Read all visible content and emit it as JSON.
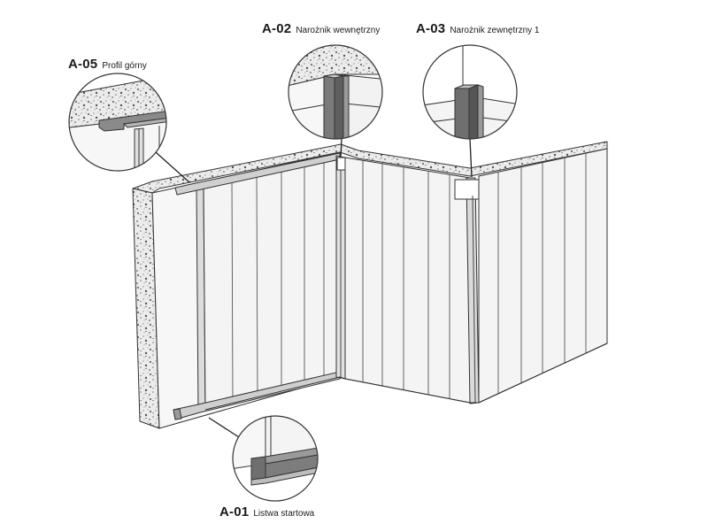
{
  "callouts": {
    "a05": {
      "code": "A-05",
      "name": "Profil górny"
    },
    "a02": {
      "code": "A-02",
      "name": "Narożnik wewnętrzny"
    },
    "a03": {
      "code": "A-03",
      "name": "Narożnik zewnętrzny 1"
    },
    "a01": {
      "code": "A-01",
      "name": "Listwa startowa"
    }
  },
  "colors": {
    "line": "#333333",
    "panel": "#f4f4f4",
    "plaster": "#e6e6e6",
    "profile_dark": "#6f6f6f",
    "profile_mid": "#8a8a8a"
  }
}
